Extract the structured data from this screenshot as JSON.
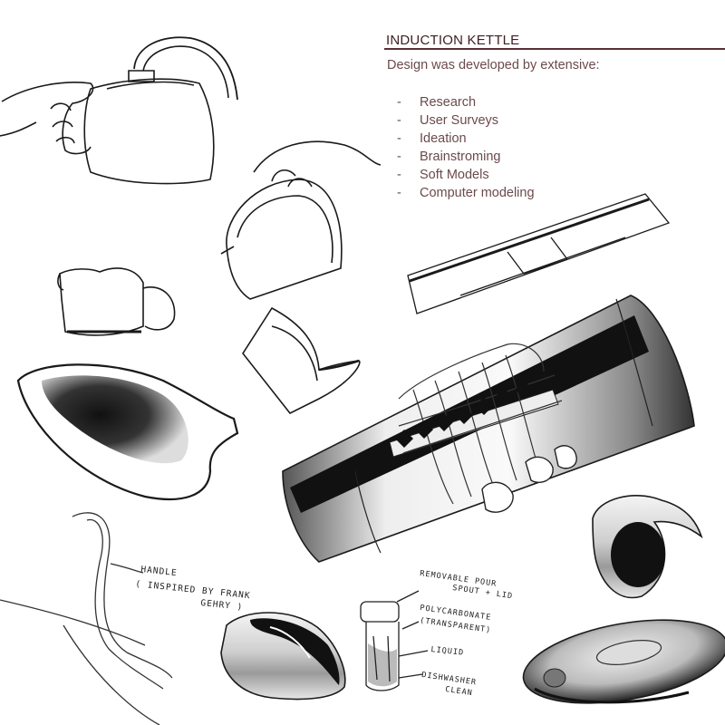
{
  "header": {
    "title": "INDUCTION KETTLE",
    "intro": "Design was developed by extensive:",
    "items": [
      {
        "dash": "-",
        "label": "Research"
      },
      {
        "dash": "-",
        "label": "User Surveys"
      },
      {
        "dash": "-",
        "label": "Ideation"
      },
      {
        "dash": "-",
        "label": "Brainstroming"
      },
      {
        "dash": "-",
        "label": "Soft Models"
      },
      {
        "dash": "-",
        "label": "Computer modeling"
      }
    ]
  },
  "annotations": {
    "handle_line1": "HANDLE",
    "handle_line2": "( INSPIRED BY FRANK",
    "handle_line3": "GEHRY )",
    "spout_line1": "REMOVABLE POUR",
    "spout_line2": "SPOUT + LID",
    "poly_line1": "POLYCARBONATE",
    "poly_line2": "(TRANSPARENT)",
    "liquid": "LIQUID",
    "dish_line1": "DISHWASHER",
    "dish_line2": "CLEAN"
  },
  "colors": {
    "title": "#3b1f22",
    "text": "#6b4a4d",
    "ink": "#1a1a1a"
  }
}
